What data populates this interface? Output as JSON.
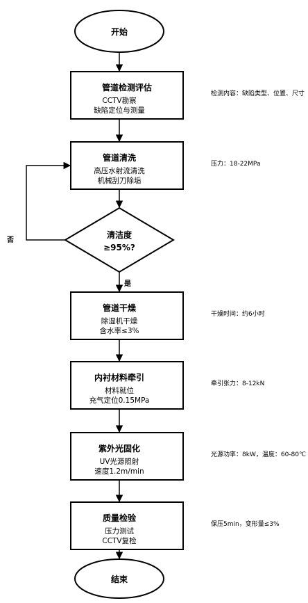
{
  "start": {
    "label": "开始"
  },
  "end": {
    "label": "结束"
  },
  "steps": [
    {
      "title": "管道检测评估",
      "lines": [
        "CCTV勘察",
        "缺陷定位与测量"
      ],
      "note": "检测内容：缺陷类型、位置、尺寸"
    },
    {
      "title": "管道清洗",
      "lines": [
        "高压水射流清洗",
        "机械刮刀除垢"
      ],
      "note": "压力：18-22MPa"
    },
    {
      "title": "管道干燥",
      "lines": [
        "除湿机干燥",
        "含水率≤3%"
      ],
      "note": "干燥时间：约6小时"
    },
    {
      "title": "内衬材料牵引",
      "lines": [
        "材料就位",
        "充气定位0.15MPa"
      ],
      "note": "牵引张力：8-12kN"
    },
    {
      "title": "紫外光固化",
      "lines": [
        "UV光源照射",
        "速度1.2m/min"
      ],
      "note": "光源功率：8kW，温度：60-80℃"
    },
    {
      "title": "质量检验",
      "lines": [
        "压力测试",
        "CCTV复检"
      ],
      "note": "保压5min，变形量≤3%"
    }
  ],
  "decision": {
    "lines": [
      "清洁度",
      "≥95%?"
    ],
    "yes_label": "是",
    "no_label": "否"
  }
}
